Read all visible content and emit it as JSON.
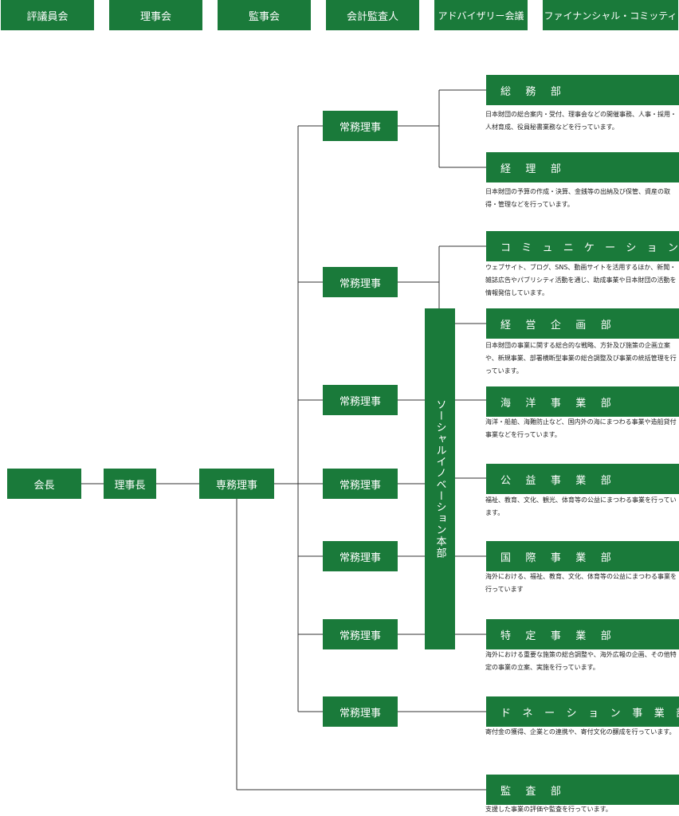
{
  "top_committees": [
    "評議員会",
    "理事会",
    "監事会",
    "会計監査人",
    "アドバイザリー会議",
    "ファイナンシャル・コミッティ"
  ],
  "leaders": {
    "chairman": "会長",
    "president": "理事長",
    "executive_director": "専務理事"
  },
  "managing_director_label": "常務理事",
  "social_innovation_hq": "ソーシャルイノベーション本部",
  "departments": [
    {
      "name": "総 務 部",
      "desc": "日本財団の総合案内・受付、理事会などの開催事務、人事・採用・人材育成、役員秘書業務などを行っています。"
    },
    {
      "name": "経 理 部",
      "desc": "日本財団の予算の作成・決算、金銭等の出納及び保管、資産の取得・管理などを行っています。"
    },
    {
      "name": "コ ミ ュ ニ ケ ー シ ョ ン 部",
      "desc": "ウェブサイト、ブログ、SNS、動画サイトを活用するほか、新聞・雑誌広告やパブリシティ活動を通じ、助成事業や日本財団の活動を情報発信しています。"
    },
    {
      "name": "経 営 企 画 部",
      "desc": "日本財団の事業に関する総合的な戦略、方針及び施策の企画立案や、新規事業、部署横断型事業の総合調整及び事業の統括管理を行っています。"
    },
    {
      "name": "海 洋 事 業 部",
      "desc": "海洋・船舶、海難防止など、国内外の海にまつわる事業や造船貸付事業などを行っています。"
    },
    {
      "name": "公 益 事 業 部",
      "desc": "福祉、教育、文化、観光、体育等の公益にまつわる事業を行っています。"
    },
    {
      "name": "国 際 事 業 部",
      "desc": "海外における、福祉、教育、文化、体育等の公益にまつわる事業を行っています"
    },
    {
      "name": "特 定 事 業 部",
      "desc": "海外における重要な施策の総合調整や、海外広報の企画、その他特定の事業の立案、実施を行っています。"
    },
    {
      "name": "ド ネ ー シ ョ ン 事 業 部",
      "desc": "寄付金の獲得、企業との連携や、寄付文化の醸成を行っています。"
    },
    {
      "name": "監 査 部",
      "desc": "支援した事業の評価や監査を行っています。"
    }
  ],
  "colors": {
    "box": "#1a7a3a",
    "line": "#333333",
    "text": "#222222"
  }
}
